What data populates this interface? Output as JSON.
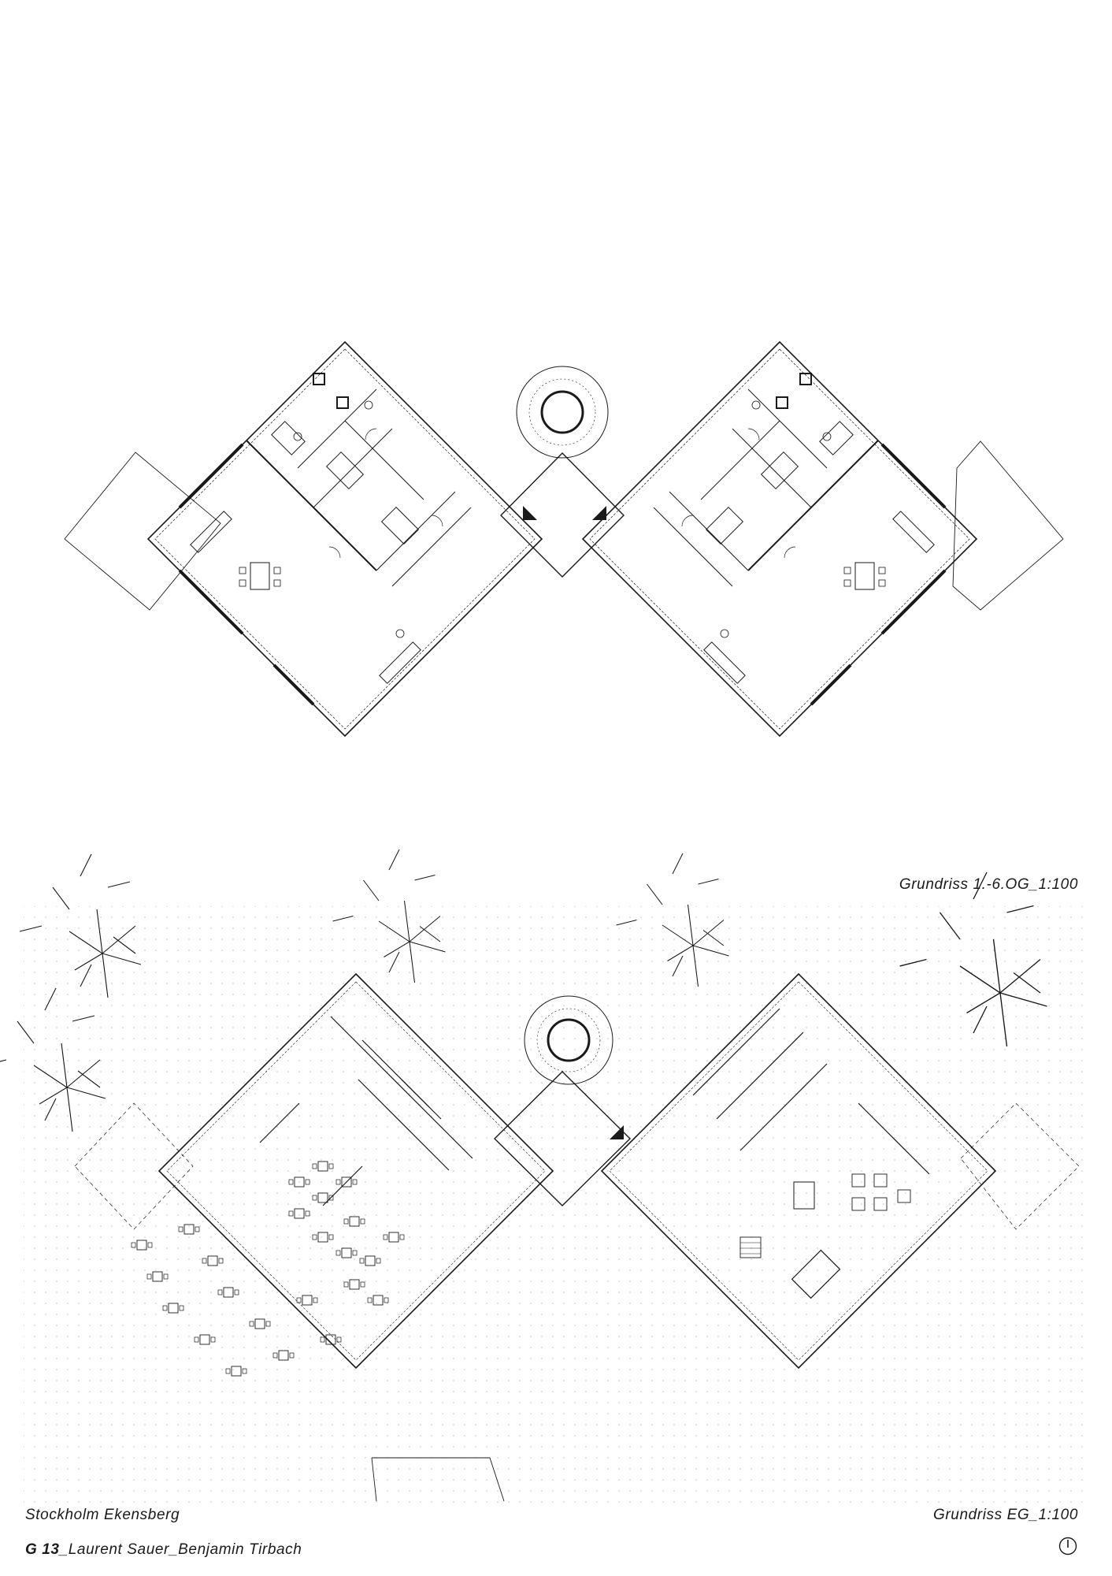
{
  "sheet": {
    "title_upper_plan": "Grundriss 1.-6.OG_1:100",
    "title_ground_plan": "Grundriss EG_1:100",
    "location": "Stockholm Ekensberg",
    "group_code": "G 13",
    "authors": "_Laurent Sauer_Benjamin Tirbach"
  },
  "icons": {
    "north_arrow": "north-arrow-icon",
    "entrance_marker": "entrance-triangle-icon",
    "spiral_stair": "spiral-stair-icon"
  },
  "colors": {
    "line": "#1a1a1a",
    "paper": "#ffffff",
    "ground_dots": "#bdbdbd"
  }
}
